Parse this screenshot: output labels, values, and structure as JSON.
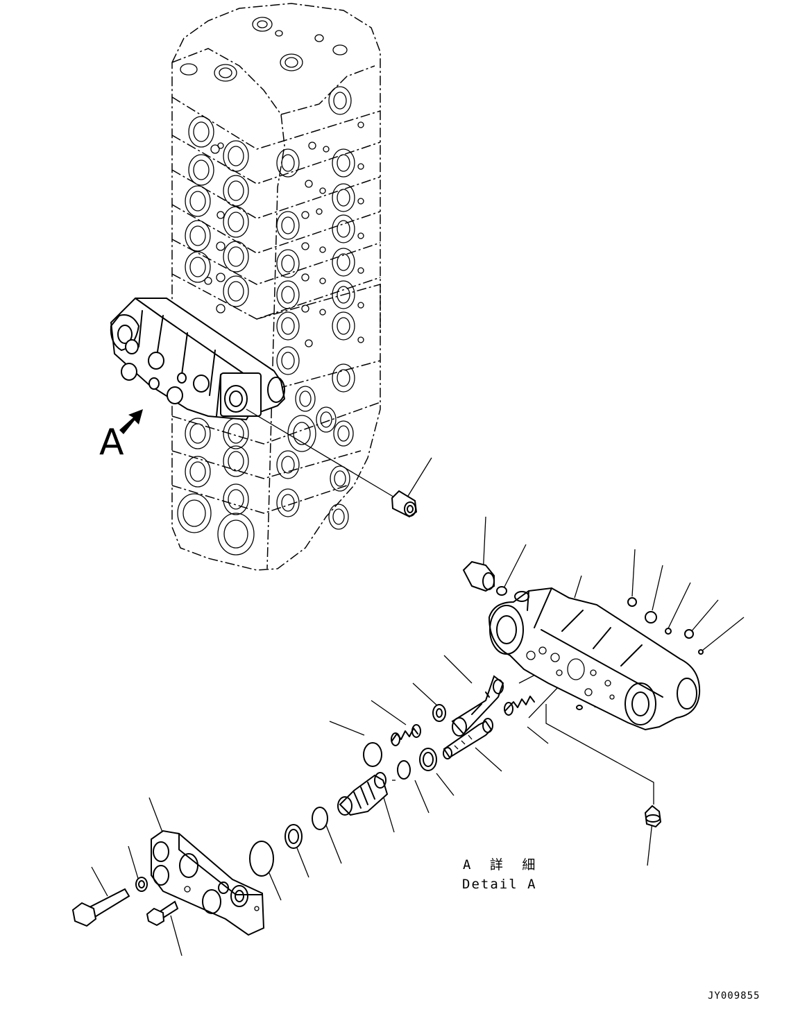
{
  "callout": {
    "view_letter": "A"
  },
  "detail": {
    "title": "A 詳 細",
    "subtitle": "Detail A"
  },
  "drawing_number": "JY009855",
  "icons": [
    "view-arrow-icon"
  ],
  "colors": {
    "line": "#000000",
    "background": "#ffffff"
  }
}
